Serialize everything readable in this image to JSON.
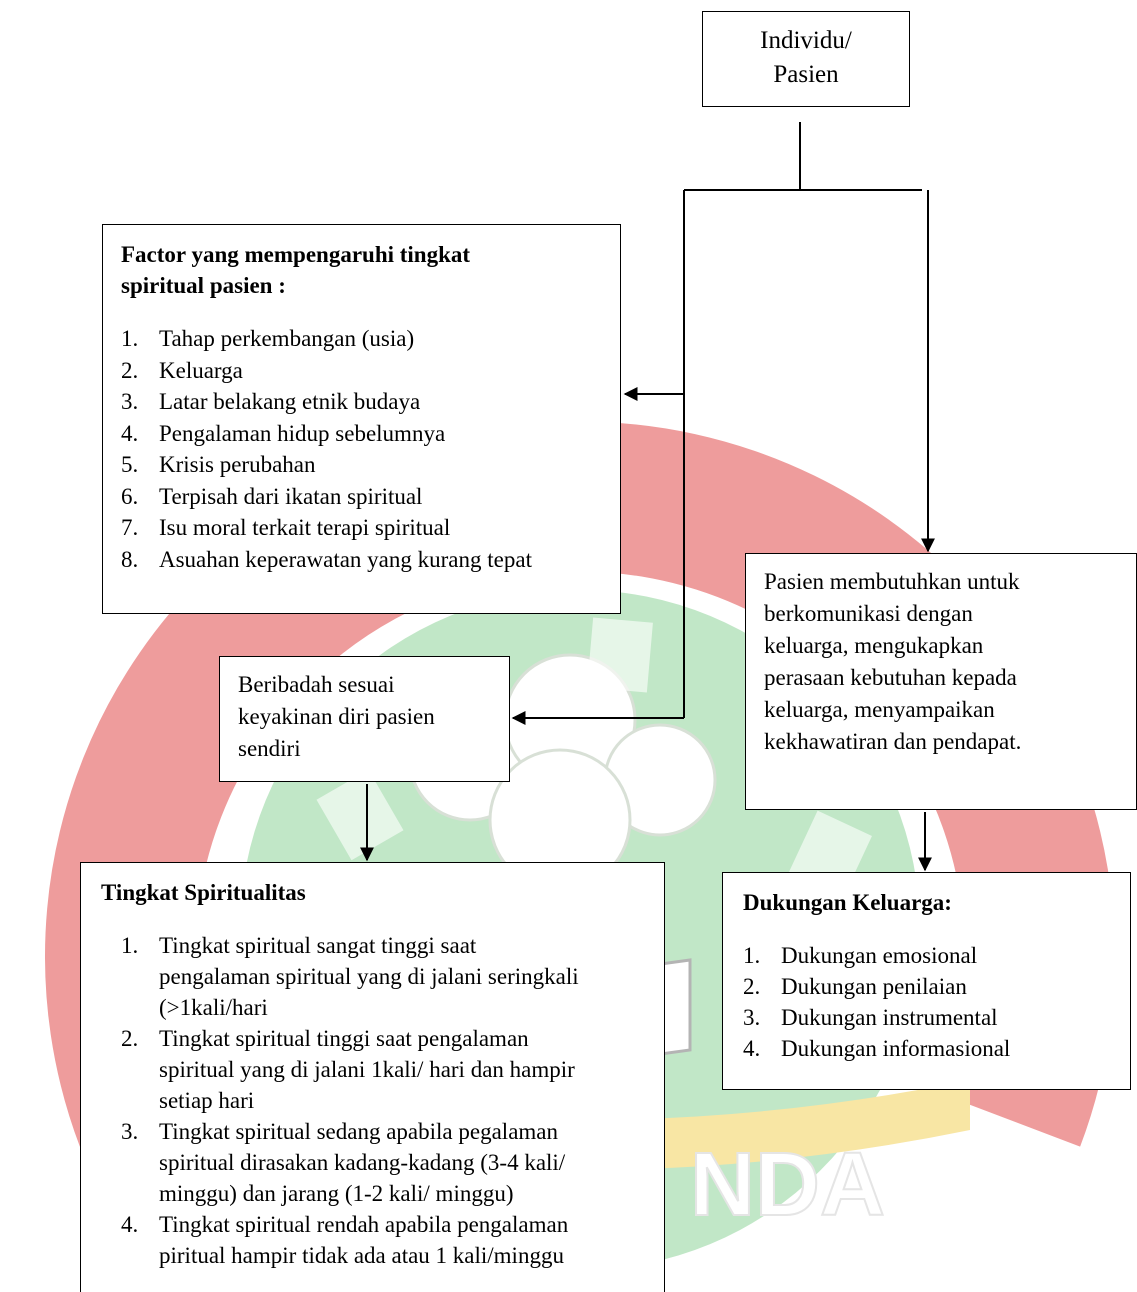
{
  "watermark": {
    "colors": {
      "red": "#e04b4b",
      "green": "#8fd49a",
      "yellow": "#f2d15a"
    },
    "text_fragment": "NDA"
  },
  "individu_box": {
    "line1": "Individu/",
    "line2": "Pasien"
  },
  "factor_box": {
    "title_line1": "Factor yang mempengaruhi tingkat",
    "title_line2": "spiritual pasien :",
    "items": [
      {
        "num": "1.",
        "text": "Tahap perkembangan (usia)"
      },
      {
        "num": "2.",
        "text": "Keluarga"
      },
      {
        "num": "3.",
        "text": "Latar belakang etnik budaya"
      },
      {
        "num": "4.",
        "text": "Pengalaman hidup sebelumnya"
      },
      {
        "num": "5.",
        "text": "Krisis perubahan"
      },
      {
        "num": "6.",
        "text": "Terpisah dari ikatan spiritual"
      },
      {
        "num": "7.",
        "text": "Isu moral terkait terapi spiritual"
      },
      {
        "num": "8.",
        "text": "Asuahan keperawatan yang kurang tepat"
      }
    ]
  },
  "need_box": {
    "lines": [
      "Pasien membutuhkan untuk",
      "berkomunikasi dengan",
      "keluarga, mengukapkan",
      "perasaan kebutuhan kepada",
      "keluarga, menyampaikan",
      "kekhawatiran dan pendapat."
    ]
  },
  "ibadah_box": {
    "lines": [
      "Beribadah sesuai",
      "keyakinan diri pasien",
      "sendiri"
    ]
  },
  "dukungan_box": {
    "title": "Dukungan Keluarga:",
    "items": [
      {
        "num": "1.",
        "text": "Dukungan emosional"
      },
      {
        "num": "2.",
        "text": "Dukungan penilaian"
      },
      {
        "num": "3.",
        "text": "Dukungan instrumental"
      },
      {
        "num": "4.",
        "text": "Dukungan informasional"
      }
    ]
  },
  "tingkat_box": {
    "title": "Tingkat Spiritualitas",
    "items": [
      {
        "num": "1.",
        "lines": [
          "Tingkat spiritual sangat tinggi saat",
          "pengalaman spiritual yang di jalani seringkali",
          "(>1kali/hari"
        ]
      },
      {
        "num": "2.",
        "lines": [
          "Tingkat spiritual tinggi saat pengalaman",
          "spiritual yang di jalani 1kali/ hari dan hampir",
          "setiap hari"
        ]
      },
      {
        "num": "3.",
        "lines": [
          "Tingkat spiritual sedang apabila pegalaman",
          "spiritual dirasakan kadang-kadang (3-4 kali/",
          "minggu) dan jarang (1-2 kali/ minggu)"
        ]
      },
      {
        "num": "4.",
        "lines": [
          "Tingkat spiritual rendah apabila pengalaman",
          "piritual hampir tidak ada atau 1 kali/minggu"
        ]
      }
    ]
  }
}
